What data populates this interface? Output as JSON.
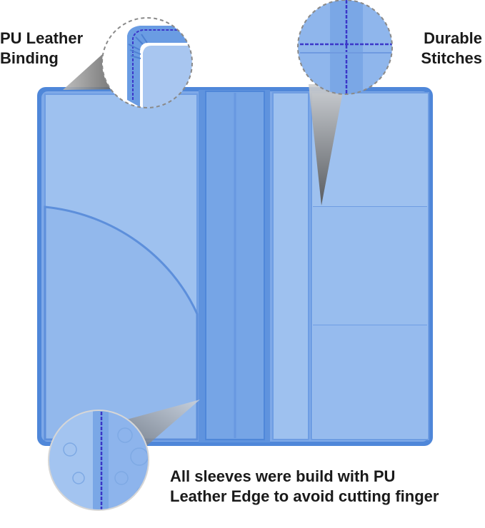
{
  "callouts": {
    "binding": {
      "line1": "PU Leather",
      "line2": "Binding"
    },
    "stitches": {
      "line1": "Durable",
      "line2": "Stitches"
    },
    "edge": {
      "line1": "All sleeves were build with PU",
      "line2": "Leather Edge to avoid cutting finger"
    }
  },
  "colors": {
    "leather_light": "#9ec1ef",
    "leather_mid": "#7ea9e8",
    "leather_edge": "#4f87d9",
    "spine": "#6f9fe3",
    "stitch": "#3b37c9",
    "pointer_gray": "#6e6e6e"
  },
  "icons": [
    "magnifier-binding-icon",
    "magnifier-stitch-icon",
    "magnifier-edge-icon"
  ]
}
